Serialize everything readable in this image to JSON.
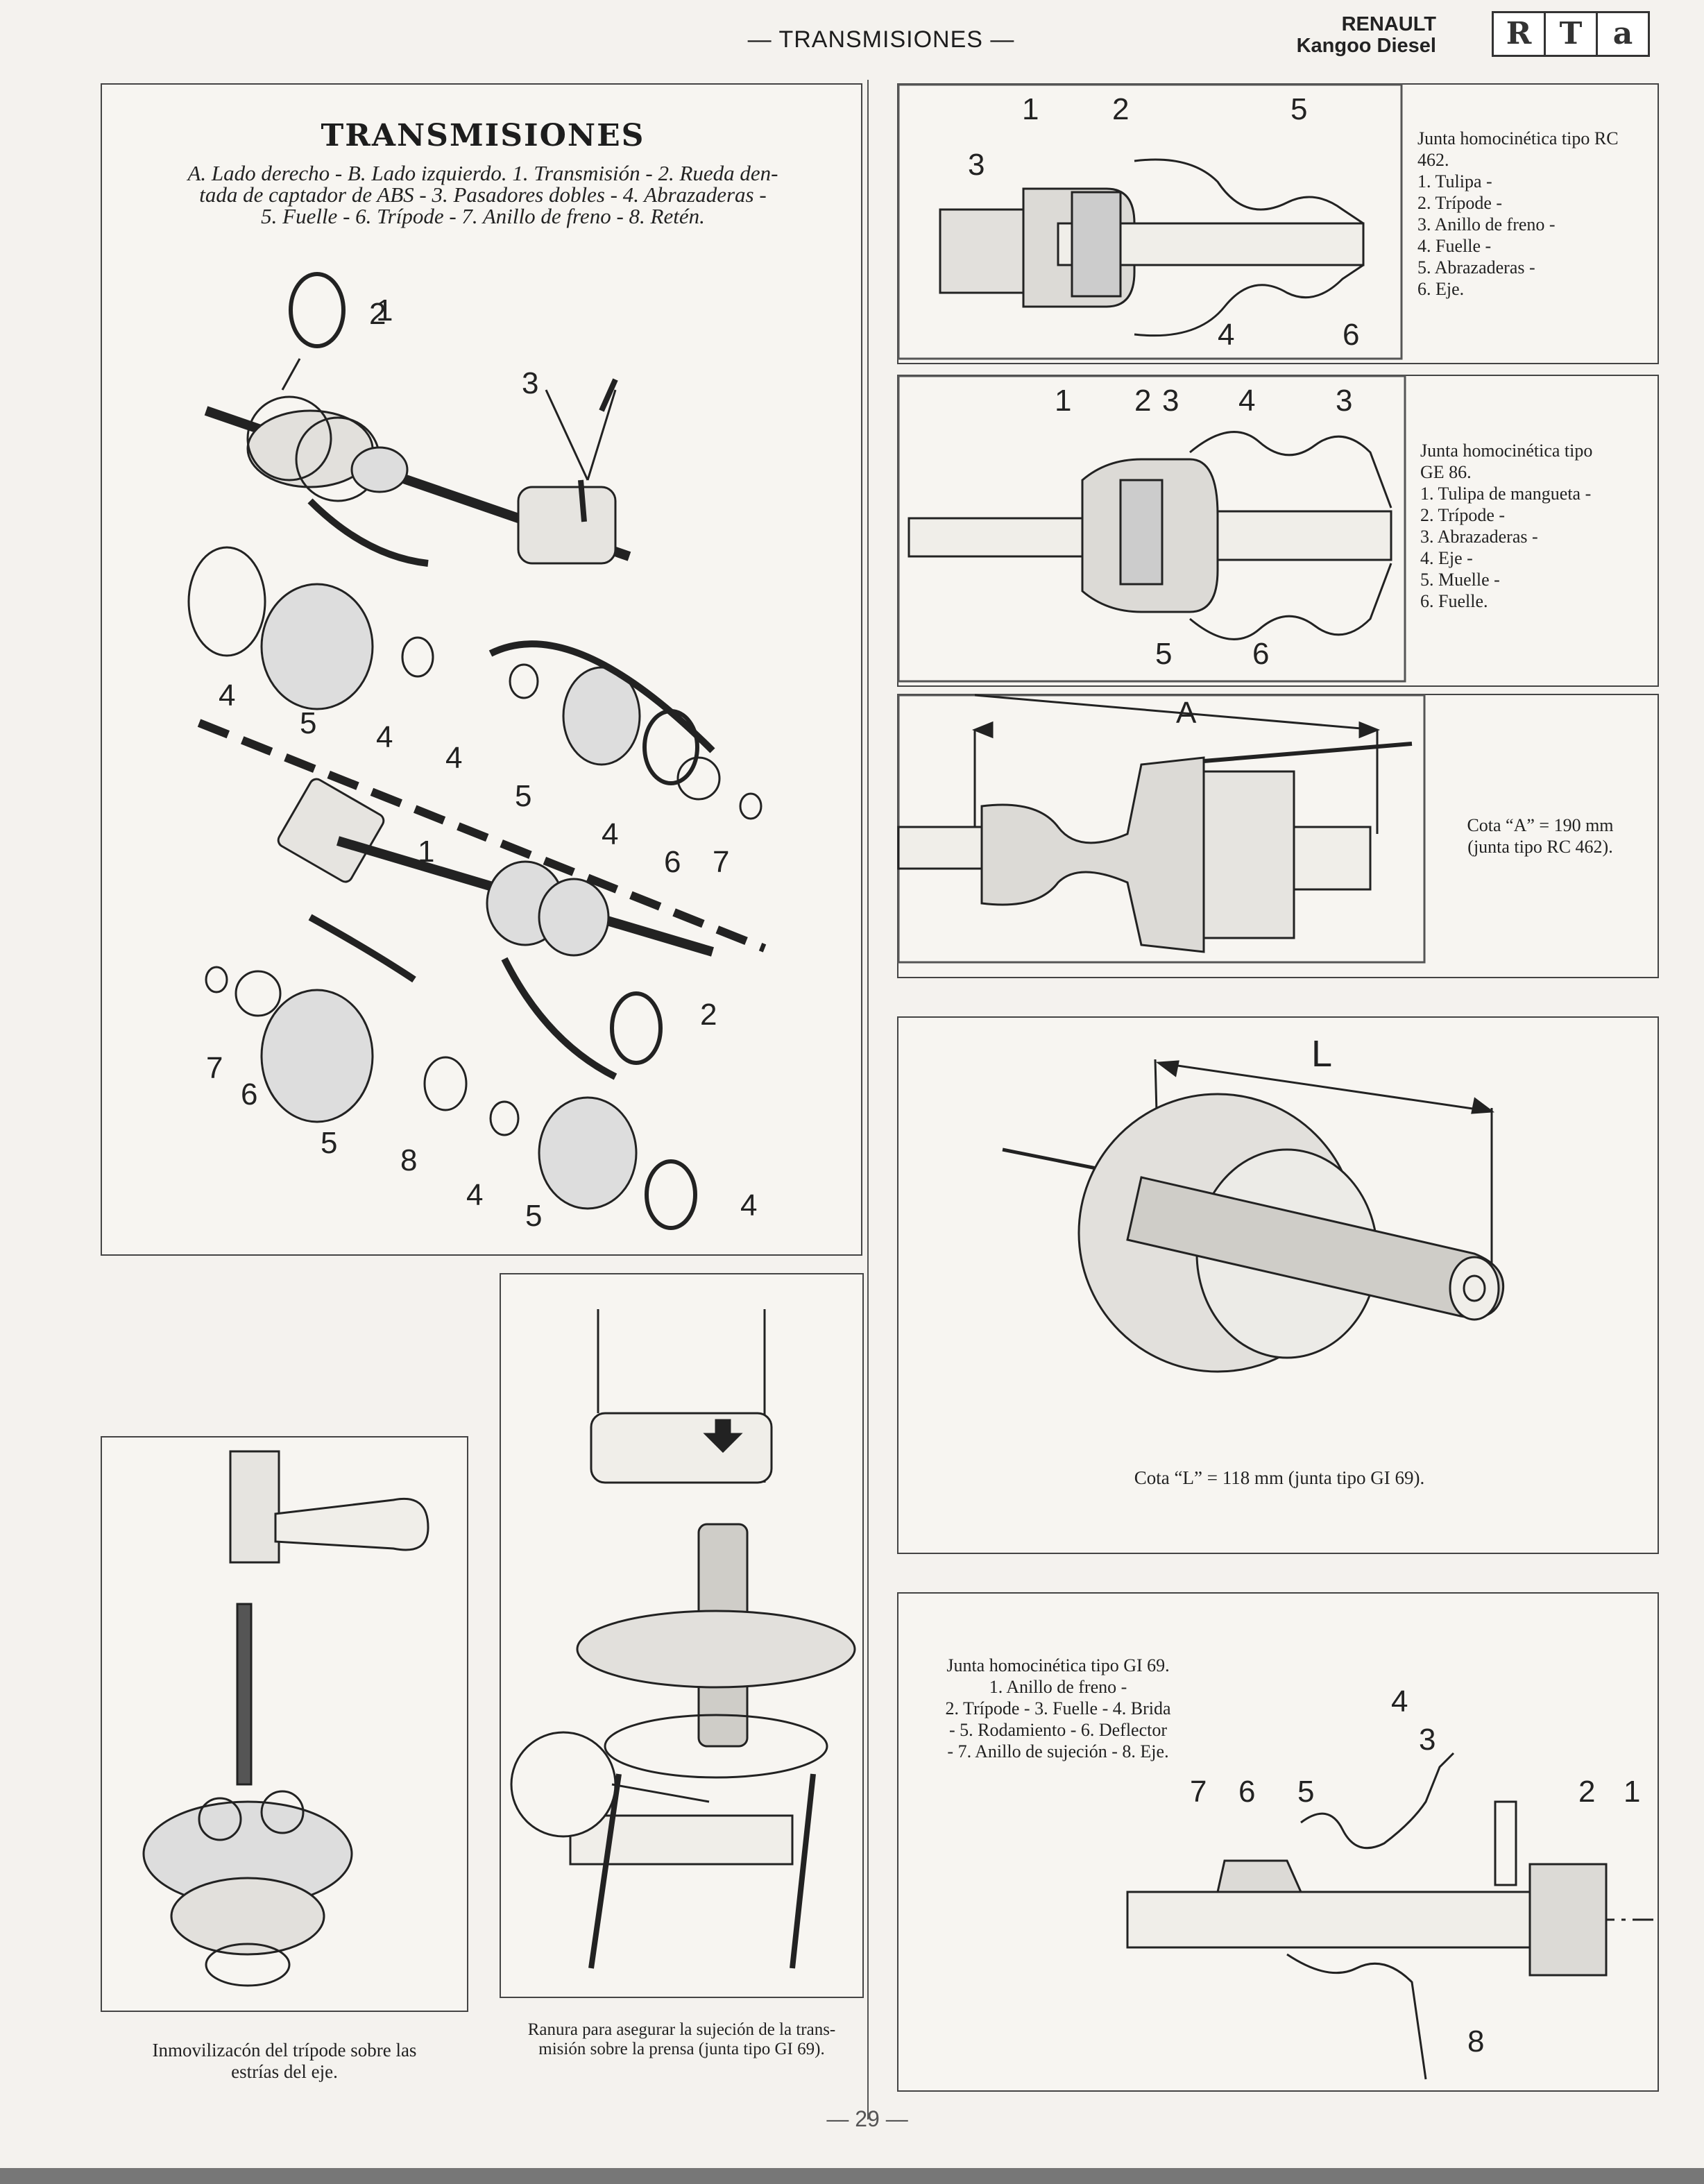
{
  "header": {
    "section_title": "— TRANSMISIONES —",
    "brand_line1": "RENAULT",
    "brand_line2": "Kangoo Diesel",
    "logo_letters": [
      "R",
      "T",
      "a"
    ]
  },
  "main_figure": {
    "title": "TRANSMISIONES",
    "caption_lines": [
      "A. Lado derecho - B. Lado izquierdo. 1. Transmisión - 2. Rueda den-",
      "tada de captador de ABS - 3. Pasadores dobles - 4. Abrazaderas -",
      "5. Fuelle - 6. Trípode - 7. Anillo de freno - 8. Retén."
    ],
    "labels": {
      "n1a": "1",
      "n2a": "2",
      "n3": "3",
      "n4a": "4",
      "n5a": "5",
      "n4b": "4",
      "n4c": "4",
      "n5b": "5",
      "n4d": "4",
      "n6a": "6",
      "n7a": "7",
      "n1b": "1",
      "n2b": "2",
      "n7b": "7",
      "n6b": "6",
      "n5c": "5",
      "n8": "8",
      "n4e": "4",
      "n5d": "5",
      "n4f": "4"
    }
  },
  "fig_rc462": {
    "caption_lines": [
      "Junta homocinética tipo RC",
      "462.",
      "1. Tulipa -",
      "2. Trípode -",
      "3. Anillo de freno -",
      "4. Fuelle -",
      "5. Abrazaderas -",
      "6. Eje."
    ],
    "labels": {
      "n1": "1",
      "n2": "2",
      "n3": "3",
      "n4": "4",
      "n5": "5",
      "n6": "6"
    }
  },
  "fig_ge86": {
    "caption_lines": [
      "Junta homocinética tipo",
      "GE 86.",
      "1. Tulipa de mangueta -",
      "2. Trípode -",
      "3. Abrazaderas -",
      "4. Eje -",
      "5. Muelle -",
      "6. Fuelle."
    ],
    "labels": {
      "n1": "1",
      "n2": "2",
      "n3a": "3",
      "n4": "4",
      "n3b": "3",
      "n5": "5",
      "n6": "6"
    }
  },
  "fig_cota_a": {
    "dimension_label": "A",
    "caption_lines": [
      "Cota “A” = 190 mm",
      "(junta tipo RC 462)."
    ]
  },
  "fig_cota_l": {
    "dimension_label": "L",
    "caption": "Cota “L” = 118 mm  (junta tipo GI 69)."
  },
  "fig_gi69": {
    "caption_lines": [
      "Junta homocinética tipo GI 69.",
      "1. Anillo de freno -",
      "2. Trípode - 3. Fuelle -  4. Brida",
      "- 5. Rodamiento -  6. Deflector",
      "- 7. Anillo de sujeción - 8. Eje."
    ],
    "labels": {
      "n4": "4",
      "n3": "3",
      "n7": "7",
      "n6": "6",
      "n5": "5",
      "n2": "2",
      "n1": "1",
      "n8": "8"
    }
  },
  "fig_tripode": {
    "caption_lines": [
      "Inmovilizacón del trípode sobre las",
      "estrías del eje."
    ]
  },
  "fig_prensa": {
    "caption_lines": [
      "Ranura para asegurar la sujeción de la trans-",
      "misión sobre la prensa (junta tipo GI 69)."
    ]
  },
  "footer": {
    "page_number": "— 29 —"
  }
}
